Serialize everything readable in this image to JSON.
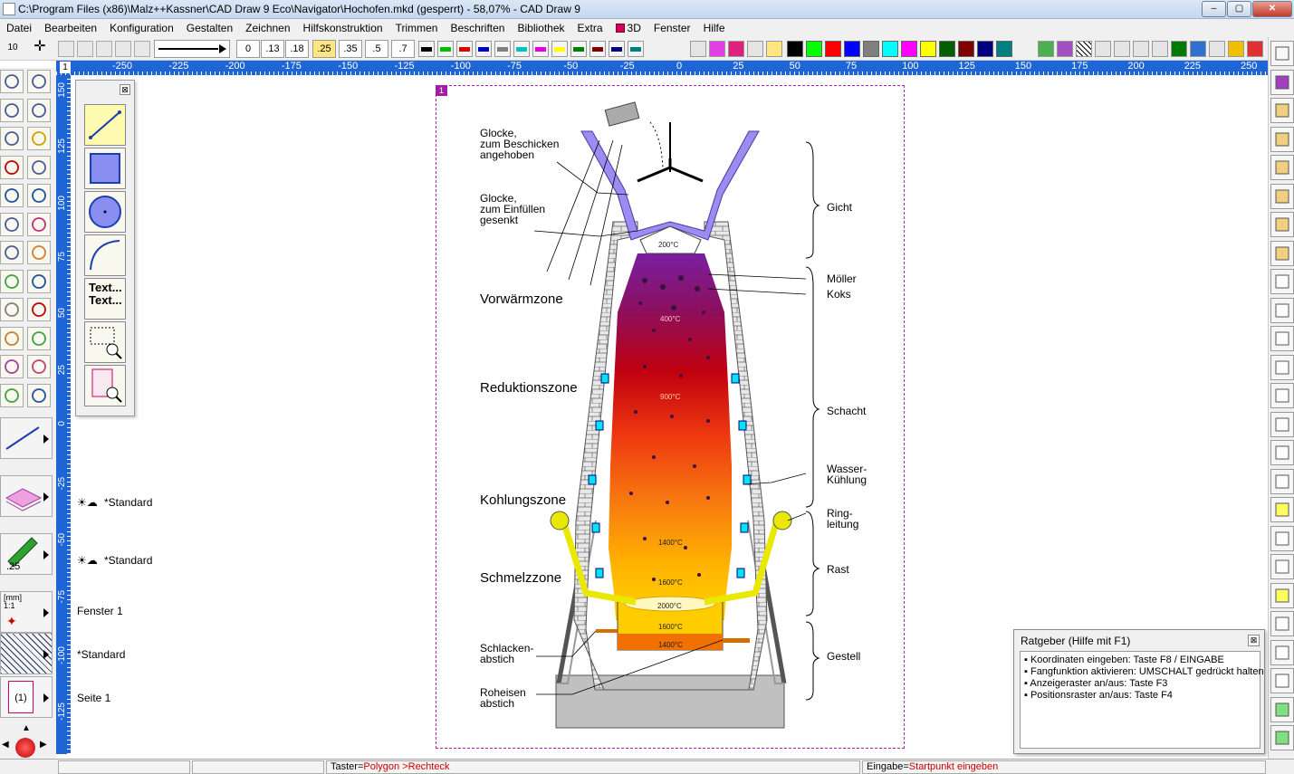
{
  "window": {
    "title": "C:\\Program Files (x86)\\Malz++Kassner\\CAD Draw 9 Eco\\Navigator\\Hochofen.mkd (gesperrt) - 58,07% - CAD Draw 9"
  },
  "menu": [
    "Datei",
    "Bearbeiten",
    "Konfiguration",
    "Gestalten",
    "Zeichnen",
    "Hilfskonstruktion",
    "Trimmen",
    "Beschriften",
    "Bibliothek",
    "Extra",
    "3D",
    "Fenster",
    "Hilfe"
  ],
  "toolbar": {
    "zoom_value": "10",
    "widths": [
      "0",
      ".13",
      ".18",
      ".25",
      ".35",
      ".5",
      ".7"
    ],
    "active_width": ".25",
    "line_colors": [
      "#000000",
      "#00c000",
      "#e00000",
      "#0000c0",
      "#808080",
      "#00c0c0",
      "#e000e0",
      "#ffff00",
      "#008000",
      "#800000",
      "#000080",
      "#008080"
    ],
    "fill_colors": [
      "#000000",
      "#00ff00",
      "#ff0000",
      "#0000ff",
      "#808080",
      "#00ffff",
      "#ff00ff",
      "#ffff00",
      "#006000",
      "#800000",
      "#000080",
      "#008080"
    ]
  },
  "ruler": {
    "corner": "1",
    "h_labels": [
      "-250",
      "-225",
      "-200",
      "-175",
      "-150",
      "-125",
      "-100",
      "-75",
      "-50",
      "-25",
      "0",
      "25",
      "50",
      "75",
      "100",
      "125",
      "150",
      "175",
      "200",
      "225",
      "250"
    ],
    "v_labels": [
      "150",
      "125",
      "100",
      "75",
      "50",
      "25",
      "0",
      "-25",
      "-50",
      "-75",
      "-100",
      "-125"
    ]
  },
  "palette": {
    "text_tool": "Text... Text..."
  },
  "left_panel": {
    "layer_label": "*Standard",
    "pen_label": "*Standard",
    "pen_width": ".25",
    "scale_label": "[mm] 1:1",
    "window_label": "Fenster 1",
    "hatch_label": "*Standard",
    "page_label": "Seite 1",
    "page_number": "(1)"
  },
  "drawing": {
    "frame_number": "1",
    "zones": [
      "Vorwärmzone",
      "Reduktionszone",
      "Kohlungszone",
      "Schmelzzone"
    ],
    "callouts_left": [
      {
        "lines": [
          "Glocke,",
          "zum Beschicken",
          "angehoben"
        ]
      },
      {
        "lines": [
          "Glocke,",
          "zum Einfüllen",
          "gesenkt"
        ]
      },
      {
        "lines": [
          "Schlacken-",
          "abstich"
        ]
      },
      {
        "lines": [
          "Roheisen",
          "abstich"
        ]
      }
    ],
    "callouts_right": [
      {
        "lines": [
          "Gicht"
        ]
      },
      {
        "lines": [
          "Möller"
        ]
      },
      {
        "lines": [
          "Koks"
        ]
      },
      {
        "lines": [
          "Schacht"
        ]
      },
      {
        "lines": [
          "Wasser-",
          "Kühlung"
        ]
      },
      {
        "lines": [
          "Ring-",
          "leitung"
        ]
      },
      {
        "lines": [
          "Rast"
        ]
      },
      {
        "lines": [
          "Gestell"
        ]
      }
    ],
    "temperatures": [
      "200°C",
      "400°C",
      "900°C",
      "1400°C",
      "1600°C",
      "2000°C",
      "1600°C",
      "1400°C"
    ]
  },
  "ratgeber": {
    "title": "Ratgeber (Hilfe mit F1)",
    "lines": [
      "Koordinaten eingeben: Taste F8 / EINGABE",
      "Fangfunktion aktivieren: UMSCHALT gedrückt halten",
      "Anzeigeraster an/aus: Taste F3",
      "Positionsraster an/aus: Taste F4"
    ]
  },
  "status": {
    "taster_prefix": "Taster=",
    "taster_value": "Polygon >Rechteck",
    "eingabe_prefix": "Eingabe=",
    "eingabe_value": "Startpunkt eingeben"
  }
}
